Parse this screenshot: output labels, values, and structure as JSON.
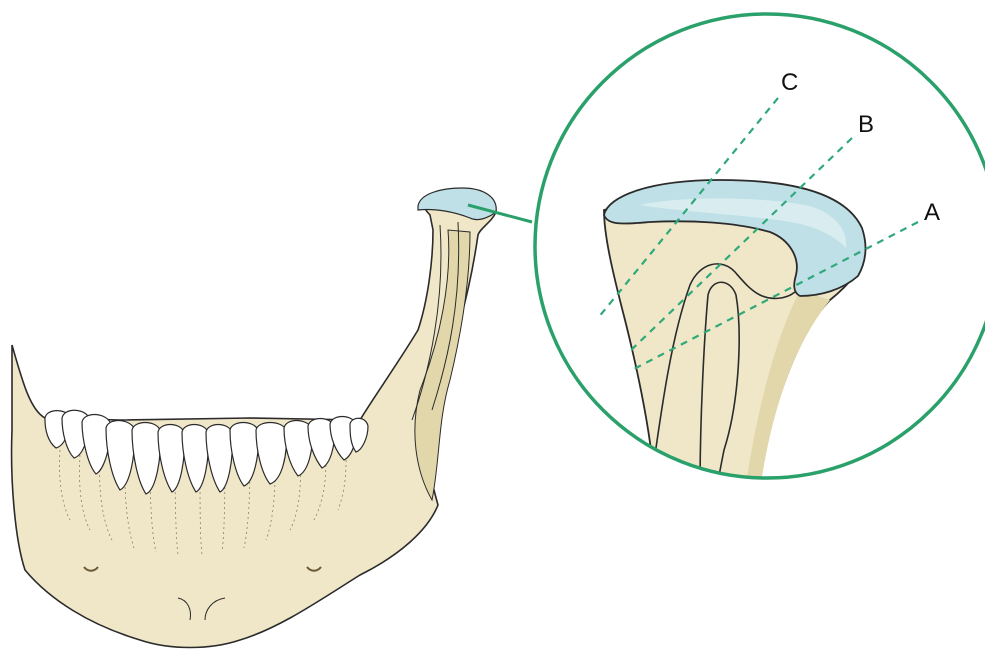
{
  "labels": {
    "a": "A",
    "b": "B",
    "c": "C"
  },
  "colors": {
    "bone_fill": "#efe7c8",
    "bone_shade": "#e2d7ab",
    "bone_outline": "#2b2b2b",
    "cartilage": "#bfe0e6",
    "cartilage_inner": "#d9ecef",
    "magnifier_ring": "#2aa06a",
    "section_lines": "#2fa87a"
  }
}
